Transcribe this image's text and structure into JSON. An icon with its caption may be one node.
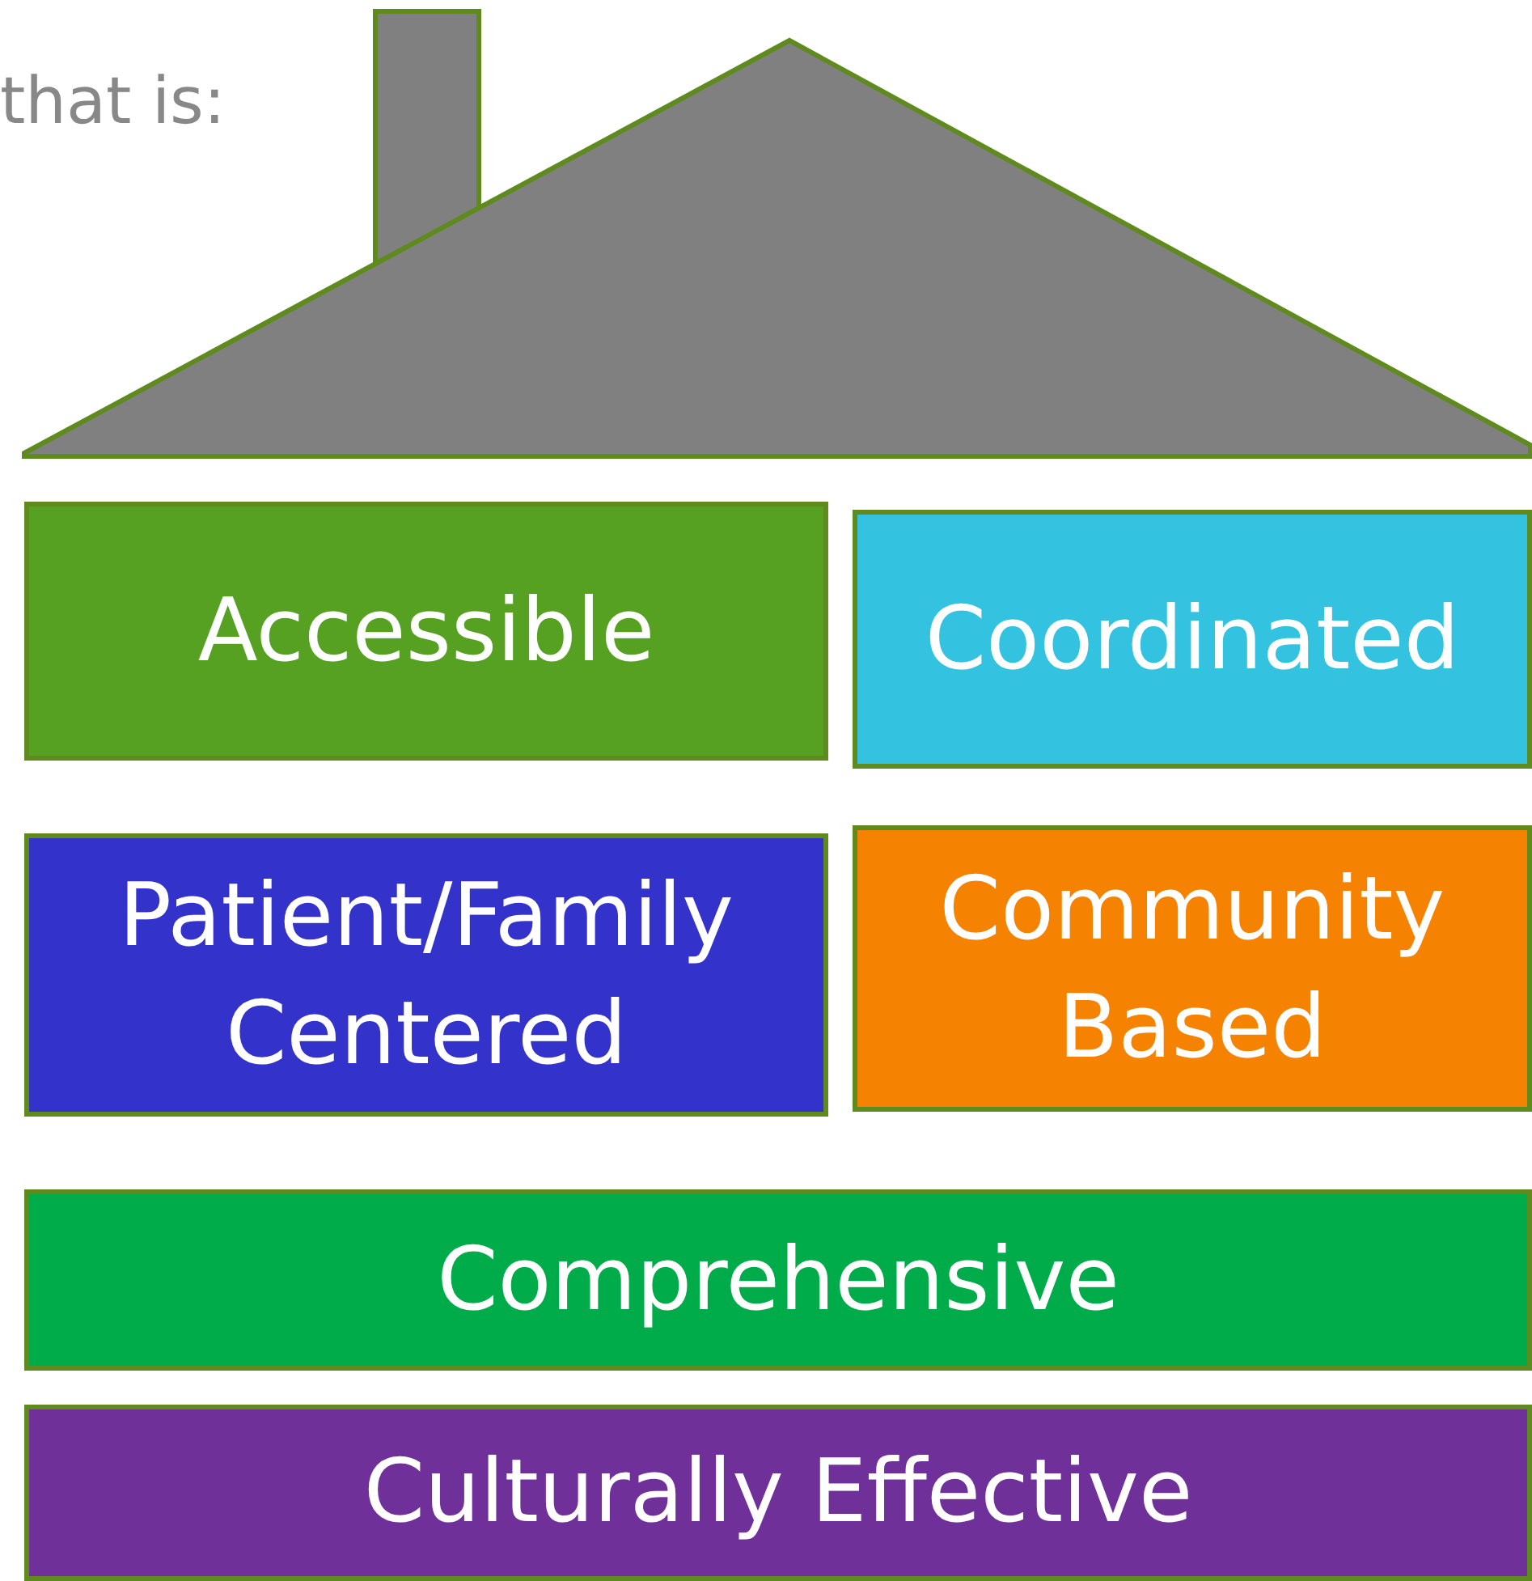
{
  "diagram": {
    "nodes": [
      {
        "text": [
          "Accessible"
        ]
      },
      {
        "text": [
          "Coordinated"
        ]
      },
      {
        "text": [
          "Patient/Family Centered"
        ]
      },
      {
        "text": [
          "Community Based"
        ]
      },
      {
        "text": [
          "Comprehensive"
        ]
      },
      {
        "text": [
          "Culturally Effective"
        ]
      }
    ],
    "edges": [],
    "labels": [
      "that is:"
    ]
  }
}
